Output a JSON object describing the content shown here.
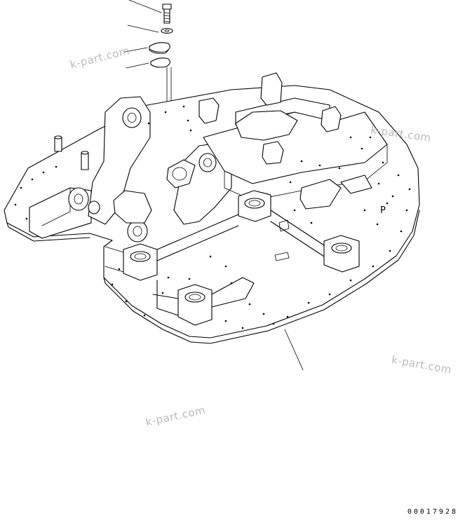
{
  "watermarks": [
    "k-part.com",
    "k-part.com",
    "k-part.com",
    "k-part.com"
  ],
  "floor_mark": "P",
  "drawing_id": "00017928",
  "parts": [
    "bolt",
    "washer",
    "cover-plate",
    "gasket",
    "revolving-frame"
  ]
}
